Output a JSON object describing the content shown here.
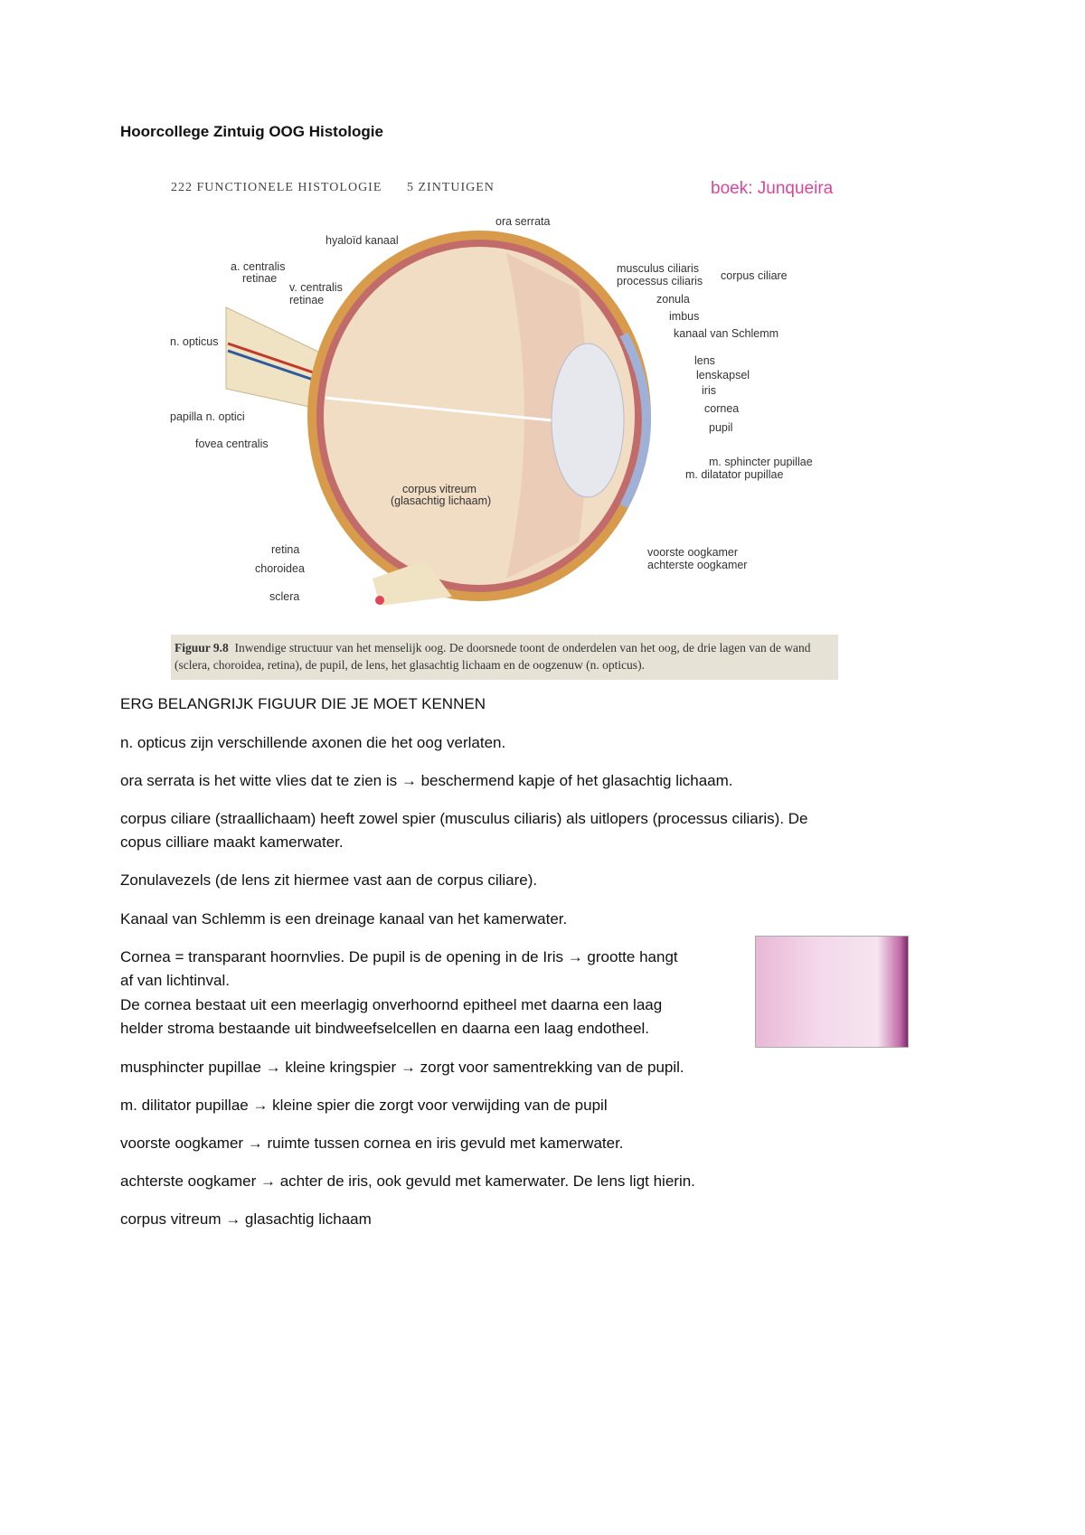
{
  "title": "Hoorcollege Zintuig OOG Histologie",
  "figure": {
    "page_header": "222  FUNCTIONELE HISTOLOGIE",
    "chapter_header": "5  ZINTUIGEN",
    "book_note": "boek: Junqueira",
    "labels": {
      "ora_serrata": "ora serrata",
      "hyaloid_kanaal": "hyaloïd kanaal",
      "a_centralis_1": "a. centralis",
      "a_centralis_2": "retinae",
      "v_centralis_1": "v. centralis",
      "v_centralis_2": "retinae",
      "n_opticus": "n. opticus",
      "papilla": "papilla n. optici",
      "fovea": "fovea centralis",
      "corpus_vitreum_1": "corpus vitreum",
      "corpus_vitreum_2": "(glasachtig lichaam)",
      "retina": "retina",
      "choroidea": "choroidea",
      "sclera": "sclera",
      "musculus_ciliaris": "musculus ciliaris",
      "processus_ciliaris": "processus ciliaris",
      "corpus_ciliare": "corpus ciliare",
      "zonula": "zonula",
      "limbus": "imbus",
      "kanaal_schlemm": "kanaal van Schlemm",
      "lens": "lens",
      "lenskapsel": "lenskapsel",
      "iris": "iris",
      "cornea": "cornea",
      "pupil": "pupil",
      "sphincter": "m. sphincter pupillae",
      "dilatator": "m. dilatator pupillae",
      "voorste": "voorste oogkamer",
      "achterste": "achterste oogkamer"
    },
    "caption_label": "Figuur 9.8",
    "caption": "Inwendige structuur van het menselijk oog. De doorsnede toont de onderdelen van het oog, de drie lagen van de wand (sclera, choroidea, retina), de pupil, de lens, het glasachtig lichaam en de oogzenuw (n. opticus)."
  },
  "paragraphs": [
    "ERG BELANGRIJK FIGUUR DIE JE MOET KENNEN",
    "n. opticus zijn verschillende axonen die het oog verlaten.",
    "ora serrata is het witte vlies dat te zien is → beschermend kapje of het glasachtig lichaam.",
    "corpus ciliare (straallichaam) heeft zowel spier (musculus ciliaris) als uitlopers (processus ciliaris). De",
    "copus cilliare maakt kamerwater.",
    "Zonulavezels (de lens zit hiermee vast aan de corpus ciliare).",
    "Kanaal van Schlemm is een dreinage kanaal van het kamerwater.",
    "Cornea = transparant hoornvlies. De pupil is de opening in de Iris → grootte hangt",
    "af van lichtinval.",
    "De cornea bestaat uit een meerlagig onverhoornd epitheel met daarna een laag",
    "helder stroma bestaande uit bindweefselcellen en daarna een laag endotheel.",
    "musphincter pupillae  → kleine kringspier → zorgt voor samentrekking van de pupil.",
    "m. dilitator pupillae → kleine spier die zorgt voor verwijding van de pupil",
    "voorste oogkamer → ruimte tussen cornea en iris gevuld met kamerwater.",
    "achterste oogkamer → achter de iris, ook gevuld met kamerwater. De lens ligt hierin.",
    "corpus vitreum → glasachtig lichaam"
  ]
}
